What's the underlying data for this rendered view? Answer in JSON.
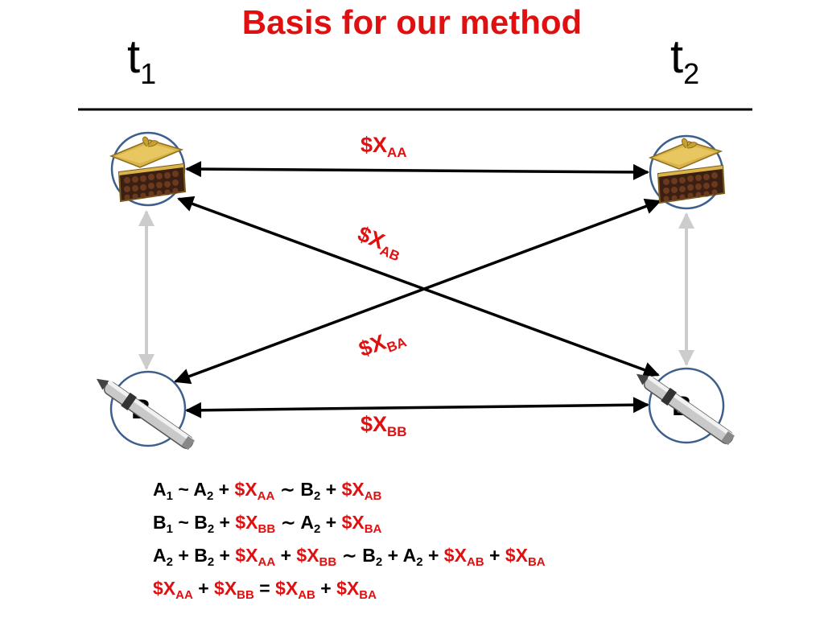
{
  "title": "Basis for our method",
  "time_labels": {
    "t1": {
      "base": "t",
      "sub": "1"
    },
    "t2": {
      "base": "t",
      "sub": "2"
    }
  },
  "arrow_labels": {
    "aa": {
      "base": "$X",
      "sub": "AA"
    },
    "ab": {
      "base": "$X",
      "sub": "AB"
    },
    "ba": {
      "base": "$X",
      "sub": "BA"
    },
    "bb": {
      "base": "$X",
      "sub": "BB"
    }
  },
  "nodes": {
    "a1": {
      "icon": "chocolate-box-icon"
    },
    "a2": {
      "icon": "chocolate-box-icon"
    },
    "b1": {
      "icon": "pen-icon",
      "letter": "B"
    },
    "b2": {
      "icon": "pen-icon",
      "letter": "B"
    }
  },
  "equations": {
    "eq1": {
      "a": "A",
      "a_sub": "1",
      "tilde": " ~ ",
      "b": "A",
      "b_sub": "2",
      "plus1": " + ",
      "c": "$X",
      "c_sub": "AA",
      "sim": " ∼ ",
      "d": "B",
      "d_sub": "2",
      "plus2": " + ",
      "e": "$X",
      "e_sub": "AB"
    },
    "eq2": {
      "a": "B",
      "a_sub": "1",
      "tilde": " ~ ",
      "b": "B",
      "b_sub": "2",
      "plus1": " + ",
      "c": "$X",
      "c_sub": "BB",
      "sim": " ∼ ",
      "d": "A",
      "d_sub": "2",
      "plus2": " + ",
      "e": "$X",
      "e_sub": "BA"
    },
    "eq3": {
      "a": "A",
      "a_sub": "2",
      "p1": " + ",
      "b": "B",
      "b_sub": "2",
      "p2": " + ",
      "c": "$X",
      "c_sub": "AA",
      "p3": " + ",
      "d": "$X",
      "d_sub": "BB",
      "sim": " ∼ ",
      "e": "B",
      "e_sub": "2",
      "p4": " + ",
      "f": "A",
      "f_sub": "2",
      "p5": " + ",
      "g": "$X",
      "g_sub": "AB",
      "p6": " + ",
      "h": "$X",
      "h_sub": "BA"
    },
    "eq4": {
      "a": "$X",
      "a_sub": "AA",
      "p1": " + ",
      "b": "$X",
      "b_sub": "BB",
      "eq": " = ",
      "c": "$X",
      "c_sub": "AB",
      "p2": " + ",
      "d": "$X",
      "d_sub": "BA"
    }
  },
  "colors": {
    "accent_red": "#e01010",
    "arrow": "#000000",
    "gray_arrow": "#cccccc",
    "node_ring": "#3d5f8c"
  }
}
